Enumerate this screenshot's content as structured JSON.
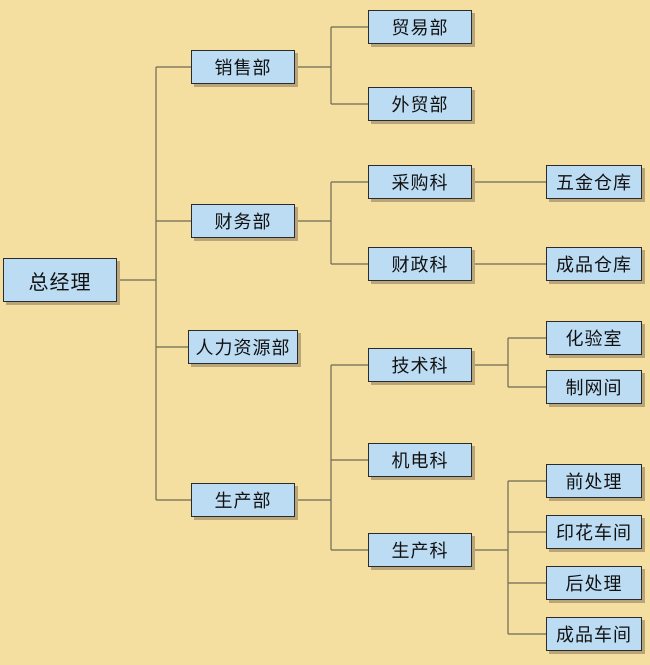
{
  "root": "总经理",
  "level1": {
    "sales": "销售部",
    "finance": "财务部",
    "hr": "人力资源部",
    "production": "生产部"
  },
  "sales_children": {
    "trade": "贸易部",
    "foreign_trade": "外贸部"
  },
  "finance_children": {
    "purchasing": "采购科",
    "fiscal": "财政科"
  },
  "finance_grandchildren": {
    "hardware_warehouse": "五金仓库",
    "finished_goods_warehouse": "成品仓库"
  },
  "production_children": {
    "technology": "技术科",
    "electromechanical": "机电科",
    "production_section": "生产科"
  },
  "technology_children": {
    "lab": "化验室",
    "screen_room": "制网间"
  },
  "production_section_children": {
    "pretreatment": "前处理",
    "printing_workshop": "印花车间",
    "post_treatment": "后处理",
    "finished_workshop": "成品车间"
  },
  "colors": {
    "background": "#f4dea0",
    "box_fill": "#bcdcf3",
    "box_border": "#2b2b2b",
    "connector": "#6e6a55"
  }
}
